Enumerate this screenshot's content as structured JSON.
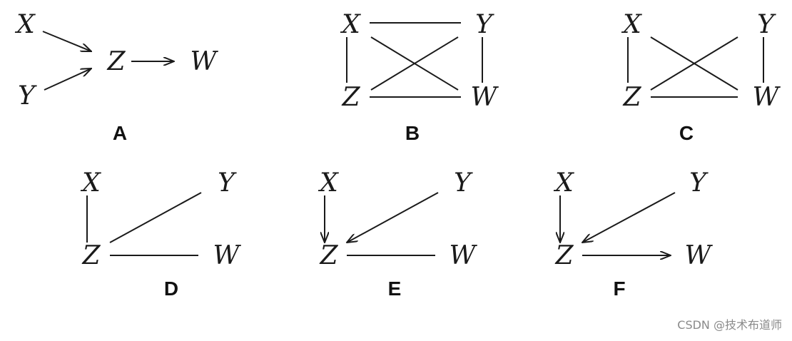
{
  "panels": [
    {
      "label": "A",
      "nodes": {
        "X": "X",
        "Y": "Y",
        "Z": "Z",
        "W": "W"
      },
      "edges": [
        {
          "from": "X",
          "to": "Z",
          "directed": true
        },
        {
          "from": "Y",
          "to": "Z",
          "directed": true
        },
        {
          "from": "Z",
          "to": "W",
          "directed": true
        }
      ]
    },
    {
      "label": "B",
      "nodes": {
        "X": "X",
        "Y": "Y",
        "Z": "Z",
        "W": "W"
      },
      "edges": [
        {
          "from": "X",
          "to": "Y",
          "directed": false
        },
        {
          "from": "X",
          "to": "Z",
          "directed": false
        },
        {
          "from": "X",
          "to": "W",
          "directed": false
        },
        {
          "from": "Y",
          "to": "Z",
          "directed": false
        },
        {
          "from": "Y",
          "to": "W",
          "directed": false
        },
        {
          "from": "Z",
          "to": "W",
          "directed": false
        }
      ]
    },
    {
      "label": "C",
      "nodes": {
        "X": "X",
        "Y": "Y",
        "Z": "Z",
        "W": "W"
      },
      "edges": [
        {
          "from": "X",
          "to": "Z",
          "directed": false
        },
        {
          "from": "X",
          "to": "W",
          "directed": false
        },
        {
          "from": "Y",
          "to": "Z",
          "directed": false
        },
        {
          "from": "Y",
          "to": "W",
          "directed": false
        },
        {
          "from": "Z",
          "to": "W",
          "directed": false
        }
      ]
    },
    {
      "label": "D",
      "nodes": {
        "X": "X",
        "Y": "Y",
        "Z": "Z",
        "W": "W"
      },
      "edges": [
        {
          "from": "X",
          "to": "Z",
          "directed": false
        },
        {
          "from": "Y",
          "to": "Z",
          "directed": false
        },
        {
          "from": "Z",
          "to": "W",
          "directed": false
        }
      ]
    },
    {
      "label": "E",
      "nodes": {
        "X": "X",
        "Y": "Y",
        "Z": "Z",
        "W": "W"
      },
      "edges": [
        {
          "from": "X",
          "to": "Z",
          "directed": true
        },
        {
          "from": "Y",
          "to": "Z",
          "directed": true
        },
        {
          "from": "Z",
          "to": "W",
          "directed": false
        }
      ]
    },
    {
      "label": "F",
      "nodes": {
        "X": "X",
        "Y": "Y",
        "Z": "Z",
        "W": "W"
      },
      "edges": [
        {
          "from": "X",
          "to": "Z",
          "directed": true
        },
        {
          "from": "Y",
          "to": "Z",
          "directed": true
        },
        {
          "from": "Z",
          "to": "W",
          "directed": true
        }
      ]
    }
  ],
  "watermark": "CSDN @技术布道师"
}
